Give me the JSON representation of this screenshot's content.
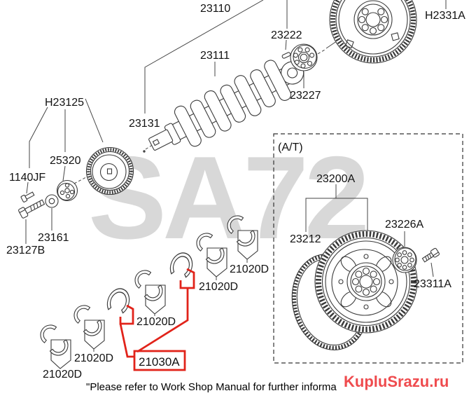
{
  "watermark": "SA72",
  "at_label": "(A/T)",
  "footnote": "\"Please refer to Work Shop Manual for further informa",
  "logo_text": "KupluSrazu.ru",
  "colors": {
    "highlight_red": "#e1231a",
    "line_art": "#3a3a3a",
    "watermark_gray": "#d8d8d8",
    "logo_red": "#ef4b4e"
  },
  "labels": {
    "p23110": "23110",
    "p23111": "23111",
    "p23131": "23131",
    "p23222": "23222",
    "p23227": "23227",
    "pH2331A": "H2331A",
    "pH23125": "H23125",
    "p25320": "25320",
    "p1140JF": "1140JF",
    "p23161": "23161",
    "p23127B": "23127B",
    "p23200A": "23200A",
    "p23212": "23212",
    "p23226A": "23226A",
    "p23311A": "23311A",
    "p21020D": "21020D",
    "p21030A": "21030A"
  }
}
